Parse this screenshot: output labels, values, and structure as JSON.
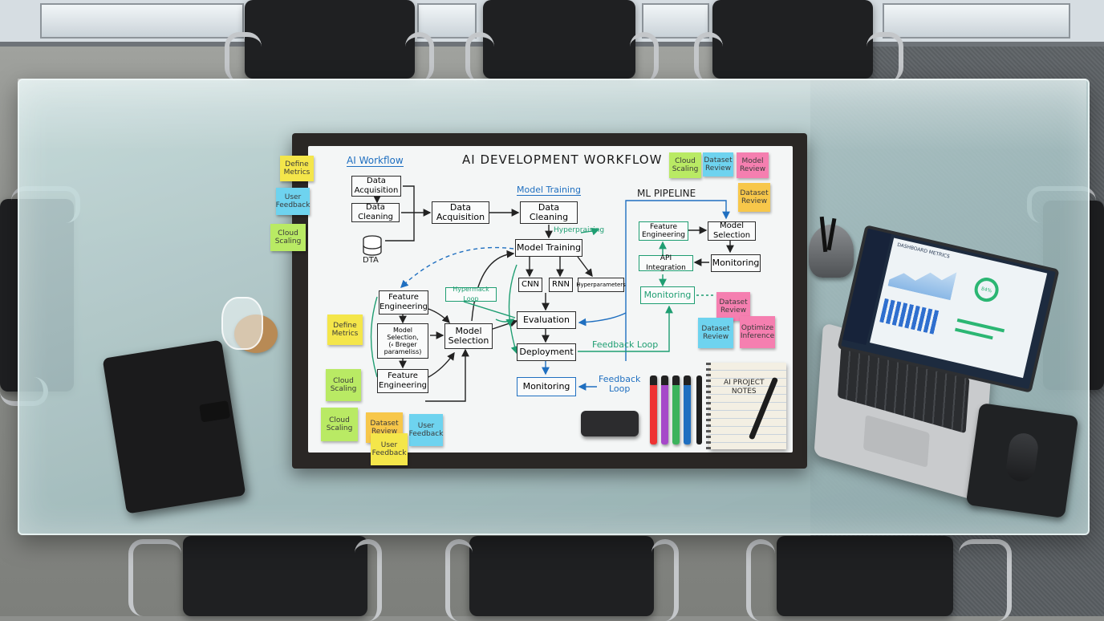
{
  "whiteboard": {
    "title": "AI DEVELOPMENT WORKFLOW",
    "left_heading": "AI Workflow",
    "center_heading": "Model Training",
    "right_heading": "ML PIPELINE",
    "nodes": {
      "data_acq_small": "Data\nAcquisition",
      "data_clean_small": "Data\nCleaning",
      "dta": "DTA",
      "data_acq": "Data\nAcquisition",
      "data_clean": "Data\nCleaning",
      "hyperpraising": "Hyperpraising",
      "model_training": "Model Training",
      "cnn": "CNN",
      "rnn": "RNN",
      "hyperparam": "Hyperparameters",
      "feature_eng_left": "Feature\nEngineering",
      "hypermack_loop": "Hypermack Loop",
      "model_sel_params": "Model\nSelection,\n(⸗ Breger\nparameliss)",
      "model_selection": "Model\nSelection",
      "feature_eng_left2": "Feature\nEngineering",
      "evaluation": "Evaluation",
      "deployment": "Deployment",
      "feedback_loop_green": "Feedback Loop",
      "monitoring_bottom": "Monitoring",
      "feedback_loop_blue": "Feedback\nLoop",
      "feature_eng_right": "Feature\nEngineering",
      "model_sel_right": "Model\nSelection",
      "api_integration": "API Integration",
      "monitoring_right": "Monitoring",
      "monitoring_green": "Monitoring"
    }
  },
  "stickies": {
    "define_metrics_top": "Define\nMetrics",
    "user_feedback_top": "User\nFeedback",
    "cloud_scaling_top": "Cloud\nScaling",
    "define_metrics_mid": "Define\nMetrics",
    "cloud_scaling_mid": "Cloud\nScaling",
    "cloud_scaling_bottom": "Cloud\nScaling",
    "dataset_review_bottom": "Dataset\nReview",
    "user_feedback_bottom": "User\nFeedback",
    "user_feedback_cyan": "User\nFeedback",
    "cloud_scaling_tr": "Cloud\nScaling",
    "dataset_review_tr": "Dataset\nReview",
    "model_review_tr": "Model\nReview",
    "dataset_review_right": "Dataset\nReview",
    "dataset_review_pink": "Dataset\nReview",
    "dataset_review_cyan": "Dataset\nReview",
    "optimize_inference": "Optimize\nInference"
  },
  "notebook": {
    "text": "AI PROJECT\nNOTES"
  },
  "laptop": {
    "screen_title": "DASHBOARD METRICS",
    "gauge": "84%"
  },
  "colors": {
    "board_frame": "#2a2725",
    "marker_blue": "#1f6fc0",
    "marker_green": "#1f9e72"
  }
}
